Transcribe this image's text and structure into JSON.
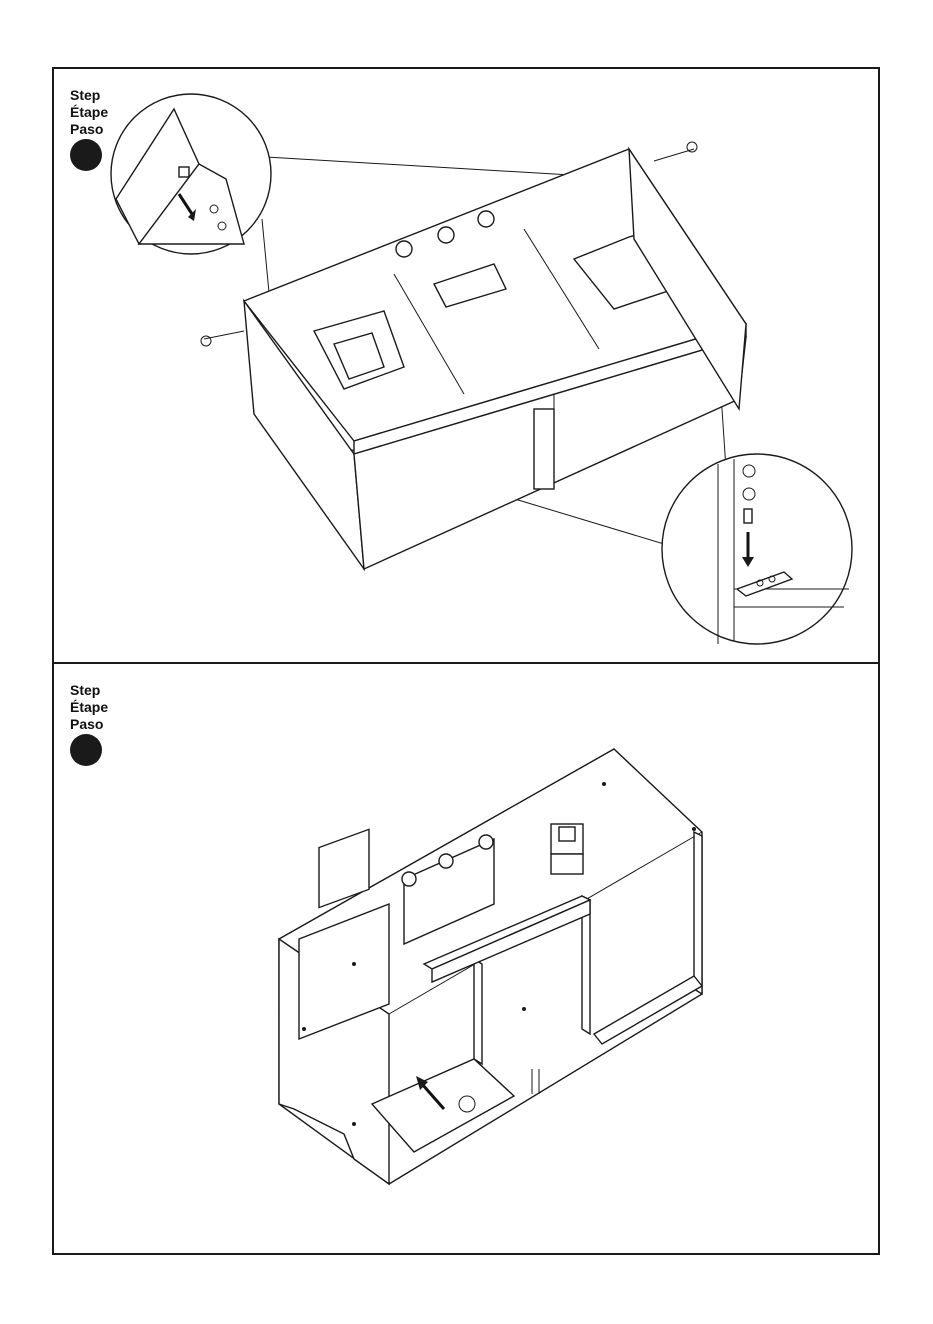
{
  "steps": [
    {
      "label_en": "Step",
      "label_fr": "Étape",
      "label_es": "Paso"
    },
    {
      "label_en": "Step",
      "label_fr": "Étape",
      "label_es": "Paso"
    }
  ],
  "icons": [
    "screw-icon",
    "cam-lock-icon",
    "arrow-icon"
  ],
  "colors": {
    "ink": "#1a1a1a",
    "paper": "#ffffff"
  }
}
